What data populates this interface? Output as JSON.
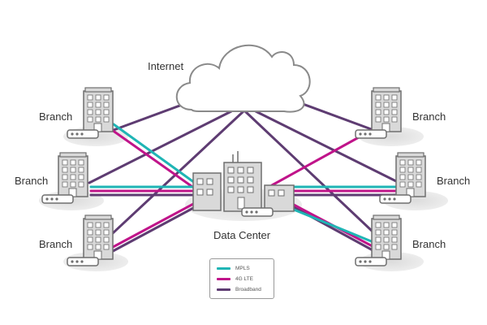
{
  "labels": {
    "internet": "Internet",
    "data_center": "Data Center",
    "branch": "Branch"
  },
  "legend": [
    {
      "label": "MPLS",
      "color": "#1fb5b5"
    },
    {
      "label": "4G LTE",
      "color": "#c0148a"
    },
    {
      "label": "Broadband",
      "color": "#5e3c72"
    }
  ],
  "colors": {
    "building_fill": "#d9d9d9",
    "building_stroke": "#6f6f6f",
    "shadow": "#e4e4e4"
  },
  "icons": [
    "cloud-icon",
    "building-icon",
    "router-icon"
  ]
}
